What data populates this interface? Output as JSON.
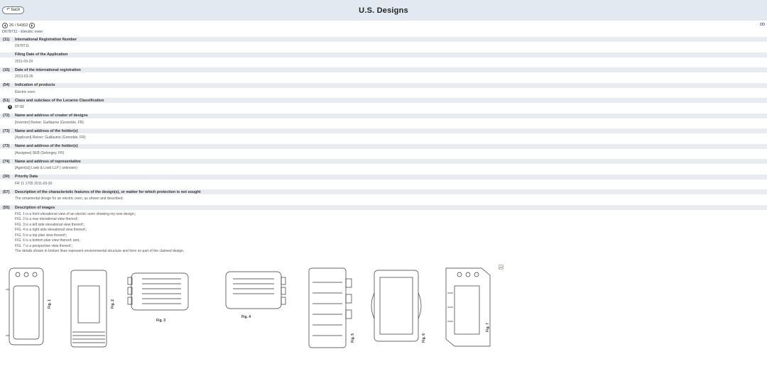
{
  "header": {
    "back_label": "back",
    "title": "U.S. Designs"
  },
  "nav": {
    "position": "26 / 54302"
  },
  "record": {
    "subtitle": "D678711 - Electric oven"
  },
  "fields": [
    {
      "code": "(11)",
      "label": "International Registration Number",
      "value": "D678711"
    },
    {
      "code": "",
      "label": "Filing Date of the Application",
      "value": "2011-09-29"
    },
    {
      "code": "(15)",
      "label": "Date of the international registration",
      "value": "2013-03-26"
    },
    {
      "code": "(54)",
      "label": "Indication of products",
      "value": "Electric oven"
    },
    {
      "code": "(51)",
      "label": "Class and subclass of the Locarno Classification",
      "value": "07-02"
    },
    {
      "code": "(72)",
      "label": "Name and address of creator of designs",
      "value": "[Inventor] Reiner; Guillaume (Grenoble, FR)"
    },
    {
      "code": "(73)",
      "label": "Name and address of the holder(s)",
      "value": "[Applicant] Reiner; Guillaume (Grenoble, FR)"
    },
    {
      "code": "(73)",
      "label": "Name and address of the holder(s)",
      "value": "[Assignee] SEB (Selongey, FR)"
    },
    {
      "code": "(74)",
      "label": "Name and address of representative",
      "value": "[Agent(s)] Loeb & Loeb LLP ( unknown)"
    },
    {
      "code": "(30)",
      "label": "Priority Data",
      "value": "FR 11 1705 2011-03-30"
    },
    {
      "code": "(57)",
      "label": "Description of the characteristic features of the design(s), or matter for which protection is not sought",
      "value": "The ornamental design for an electric oven, as shown and described."
    }
  ],
  "images_section": {
    "code": "(55)",
    "label": "Description of images",
    "lines": [
      "FIG. 1 is a front elevational view of an electric oven showing my new design;;",
      "FIG. 2 is a rear elevational view thereof;;",
      "FIG. 3 is a left side elevational view thereof;;",
      "FIG. 4 is a right side elevational view thereof;;",
      "FIG. 5 is a top plan view thereof;;",
      "FIG. 6 is a bottom plan view thereof; and,;",
      "FIG. 7 is a perspective view thereof.;",
      "The details shown in broken lines represent environmental structure and form no part of the claimed design."
    ]
  },
  "figures": [
    "Fig. 1",
    "Fig. 2",
    "Fig. 3",
    "Fig. 4",
    "Fig. 5",
    "Fig. 6",
    "Fig. 7"
  ],
  "icons": {
    "back": "back-arrow-icon",
    "prev": "chevron-left-icon",
    "next": "chevron-right-icon",
    "info": "info-icon",
    "link": "link-icon",
    "broken_image": "broken-image-icon"
  },
  "colors": {
    "header_bg": "#e3e9f1",
    "label_bar_bg": "#e8ecf1",
    "subtitle_link": "#2b4f88"
  }
}
